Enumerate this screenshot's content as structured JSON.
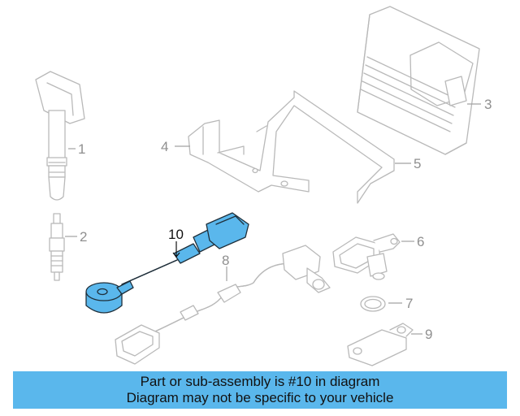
{
  "banner": {
    "line1": "Part or sub-assembly is #10 in diagram",
    "line2": "Diagram may not be specific to your vehicle"
  },
  "callouts": [
    "1",
    "2",
    "3",
    "4",
    "5",
    "6",
    "7",
    "8",
    "9",
    "10"
  ],
  "highlighted_callout": "10",
  "colors": {
    "highlight_fill": "#5ab7ec",
    "banner_background": "#5ab7ec",
    "line_art": "#b9b9b9"
  }
}
